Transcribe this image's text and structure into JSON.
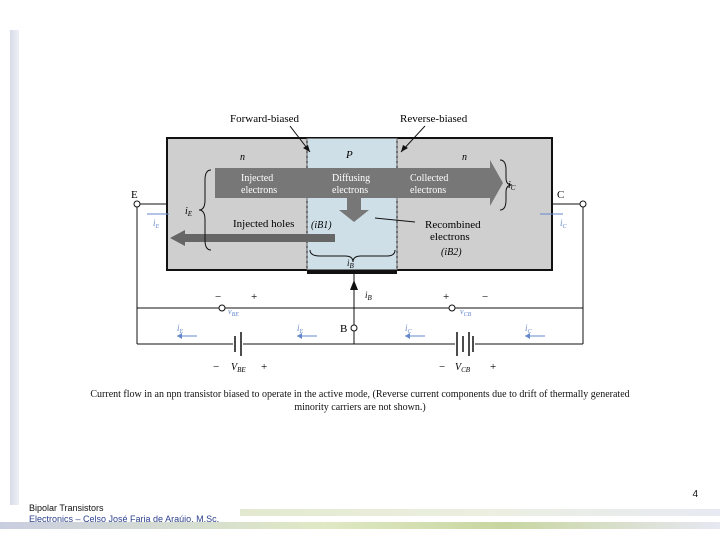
{
  "figure": {
    "forward_biased": "Forward-biased",
    "reverse_biased": "Reverse-biased",
    "region_n_left": "n",
    "region_p": "P",
    "region_n_right": "n",
    "injected_electrons_1": "Injected",
    "injected_electrons_2": "electrons",
    "diffusing_electrons_1": "Diffusing",
    "diffusing_electrons_2": "electrons",
    "collected_electrons_1": "Collected",
    "collected_electrons_2": "electrons",
    "injected_holes": "Injected holes",
    "ib1": "(iB1)",
    "recombined_1": "Recombined",
    "recombined_2": "electrons",
    "ib2": "(iB2)",
    "label_E": "E",
    "label_C": "C",
    "label_B": "B",
    "label_iE": "iE",
    "label_iC": "iC",
    "label_iB": "iB",
    "label_VBE": "VBE",
    "label_VCB": "VCB",
    "plus": "+",
    "minus": "−"
  },
  "caption": {
    "line1": "Current flow in an npn transistor biased to operate in the active mode, (Reverse current components due to drift of thermally generated",
    "line2": "minority carriers are not shown.)"
  },
  "page_number": "4",
  "footer": {
    "line1": "Bipolar Transistors",
    "line2": "Electronics – Celso José Faria de Araújo, M.Sc."
  }
}
